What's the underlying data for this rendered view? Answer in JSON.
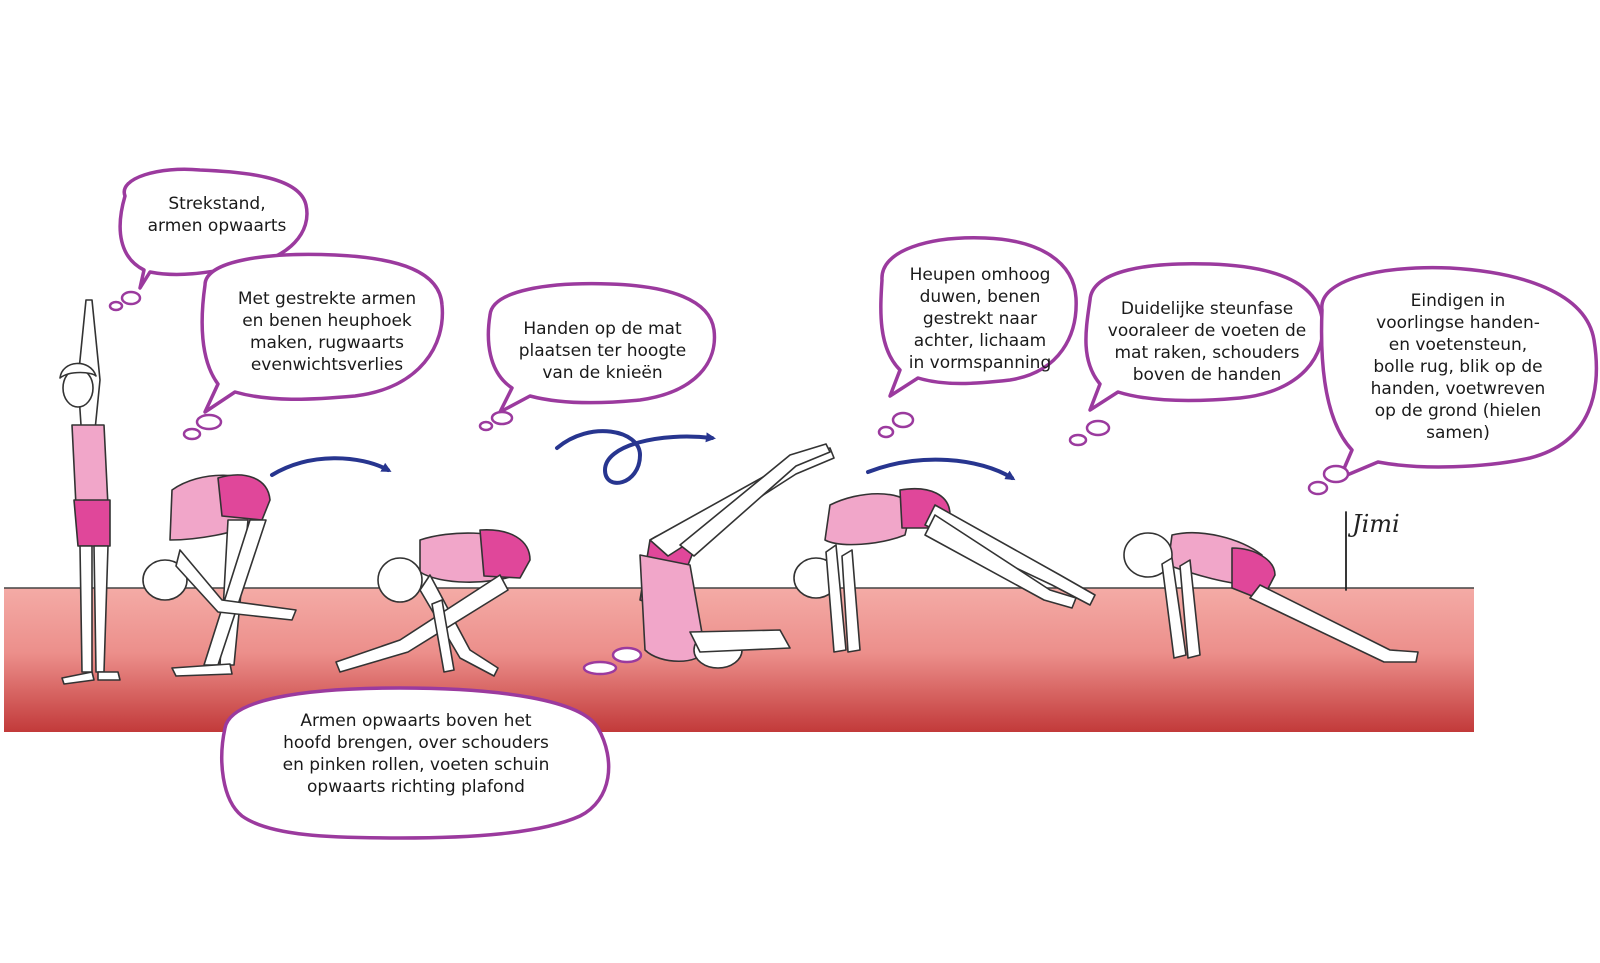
{
  "colors": {
    "mat_top": "#f4aba6",
    "mat_bottom": "#c23a3a",
    "bubble_outline": "#9b3a9e",
    "arrow": "#27358f",
    "leotard_light": "#f1a6c9",
    "leotard_dark": "#e0479a"
  },
  "bubbles": [
    {
      "id": "step-1",
      "text": "Strekstand,\narmen opwaarts"
    },
    {
      "id": "step-2",
      "text": "Met gestrekte armen\nen benen heuphoek\nmaken, rugwaarts\nevenwichtsverlies"
    },
    {
      "id": "step-3",
      "text": "Armen opwaarts boven het\nhoofd brengen, over schouders\nen pinken rollen, voeten schuin\nopwaarts richting plafond"
    },
    {
      "id": "step-4",
      "text": "Handen op de mat\nplaatsen ter hoogte\nvan de knieën"
    },
    {
      "id": "step-5",
      "text": "Heupen omhoog\nduwen, benen\ngestrekt naar\nachter, lichaam\nin vormspanning"
    },
    {
      "id": "step-6",
      "text": "Duidelijke steunfase\nvooraleer de voeten de\nmat raken, schouders\nboven de handen"
    },
    {
      "id": "step-7",
      "text": "Eindigen in\nvoorlingse handen-\nen voetensteun,\nbolle rug, blik op de\nhanden, voetwreven\nop de grond (hielen\nsamen)"
    }
  ],
  "signature": "Jimi",
  "icons": [
    "arrow-right-icon",
    "loop-arrow-icon",
    "gymnast-figure-icon"
  ]
}
